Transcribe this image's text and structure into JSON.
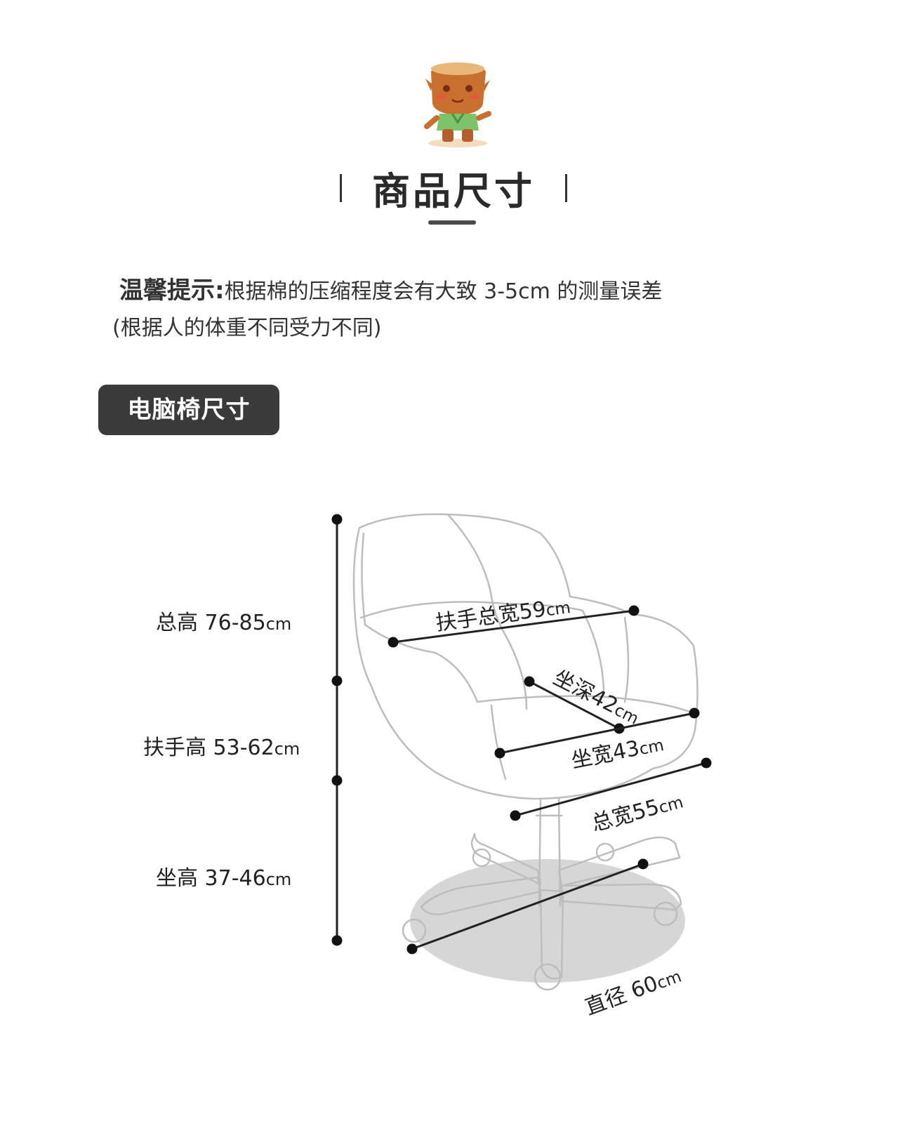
{
  "header": {
    "mascot_icon": "tree-stump-mascot-icon",
    "title": "商品尺寸"
  },
  "tip": {
    "label": "温馨提示:",
    "text": "根据棉的压缩程度会有大致 3-5cm 的测量误差",
    "line2": "(根据人的体重不同受力不同)"
  },
  "section": {
    "label": "电脑椅尺寸"
  },
  "dimensions": {
    "total_height": {
      "name": "总高",
      "value": "76-85",
      "unit": "cm"
    },
    "armrest_height": {
      "name": "扶手高",
      "value": "53-62",
      "unit": "cm"
    },
    "seat_height": {
      "name": "坐高",
      "value": "37-46",
      "unit": "cm"
    },
    "armrest_width": {
      "name": "扶手总宽",
      "value": "59",
      "unit": "cm"
    },
    "seat_depth": {
      "name": "坐深",
      "value": "42",
      "unit": "cm"
    },
    "seat_width": {
      "name": "坐宽",
      "value": "43",
      "unit": "cm"
    },
    "total_width": {
      "name": "总宽",
      "value": "55",
      "unit": "cm"
    },
    "base_diameter": {
      "name": "直径",
      "value": "60",
      "unit": "cm"
    }
  },
  "colors": {
    "badge_bg": "#3a3a3a",
    "line": "#222222",
    "chair_outline": "#bdbdbd",
    "base_shadow": "#cfcfcf"
  }
}
